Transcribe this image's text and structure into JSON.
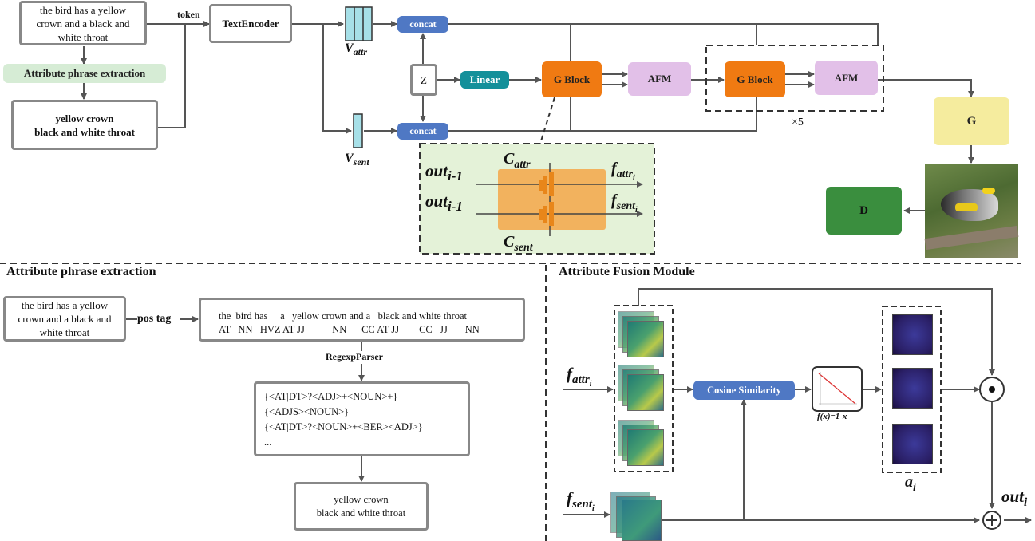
{
  "top": {
    "input_text": "the bird has a yellow crown and a black and white throat",
    "attr_extraction_label": "Attribute phrase extraction",
    "phrases_line1": "yellow crown",
    "phrases_line2": "black and white throat",
    "token_label": "token",
    "text_encoder": "TextEncoder",
    "v_attr": "V",
    "v_attr_sub": "attr",
    "v_sent": "V",
    "v_sent_sub": "sent",
    "concat_top": "concat",
    "concat_bottom": "concat",
    "z_label": "Z",
    "linear": "Linear",
    "gblock1": "G Block",
    "afm1": "AFM",
    "gblock2": "G Block",
    "afm2": "AFM",
    "repeat": "×5",
    "g_label": "G",
    "d_label": "D"
  },
  "inset": {
    "c_attr": "C",
    "c_attr_sub": "attr",
    "c_sent": "C",
    "c_sent_sub": "sent",
    "out1": "out",
    "out1_sub": "i-1",
    "out2": "out",
    "out2_sub": "i-1",
    "f_attr": "f",
    "f_attr_sub": "attr",
    "f_attr_subsub": "i",
    "f_sent": "f",
    "f_sent_sub": "sent",
    "f_sent_subsub": "i"
  },
  "left_panel": {
    "title": "Attribute phrase extraction",
    "input_text": "the bird has a yellow crown and a black and white throat",
    "pos_tag": "pos tag",
    "tag_words": "the  bird has     a   yellow crown and a   black and white throat",
    "tag_codes": "AT   NN   HVZ AT JJ           NN      CC AT JJ        CC   JJ       NN",
    "regexp": "RegexpParser",
    "grammar": [
      "{<AT|DT>?<ADJ>+<NOUN>+}",
      "{<ADJS><NOUN>}",
      "{<AT|DT>?<NOUN>+<BER><ADJ>}",
      "..."
    ],
    "result_line1": "yellow crown",
    "result_line2": "black and white throat"
  },
  "right_panel": {
    "title": "Attribute Fusion Module",
    "f_attr": "f",
    "f_attr_sub": "attr",
    "f_attr_subsub": "i",
    "f_sent": "f",
    "f_sent_sub": "sent",
    "f_sent_subsub": "i",
    "cosine": "Cosine Similarity",
    "fx": "f(x)=1-x",
    "a_i": "a",
    "a_i_sub": "i",
    "out_i": "out",
    "out_i_sub": "i",
    "odot": "⊙",
    "oplus": "+"
  },
  "colors": {
    "concat": "#4f78c4",
    "linear": "#14909a",
    "gblock": "#f07a12",
    "afm": "#e2c0e8",
    "g": "#f5ec9e",
    "d": "#3a8e3e",
    "extraction": "#d6ecd5",
    "inset_bg": "#e4f2d8",
    "inset_box": "#f2b25e",
    "cosine": "#4f78c4"
  }
}
